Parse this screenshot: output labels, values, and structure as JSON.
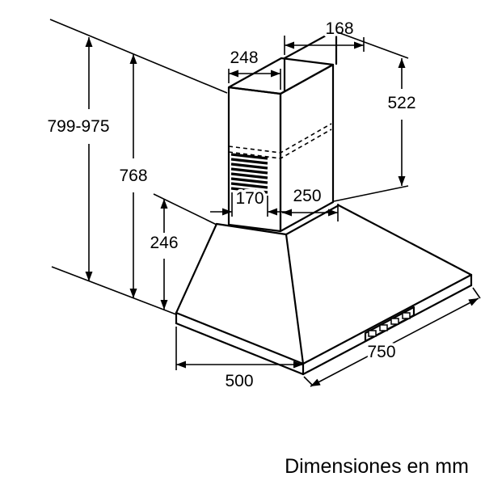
{
  "diagram": {
    "footer": "Dimensiones en mm",
    "dimensions": {
      "total_height": "799-975",
      "height_to_chimney_top": "768",
      "chimney_width": "248",
      "chimney_depth": "168",
      "chimney_height": "522",
      "duct_width": "170",
      "seat_depth": "250",
      "hood_height": "246",
      "base_depth": "500",
      "base_width": "750"
    }
  }
}
